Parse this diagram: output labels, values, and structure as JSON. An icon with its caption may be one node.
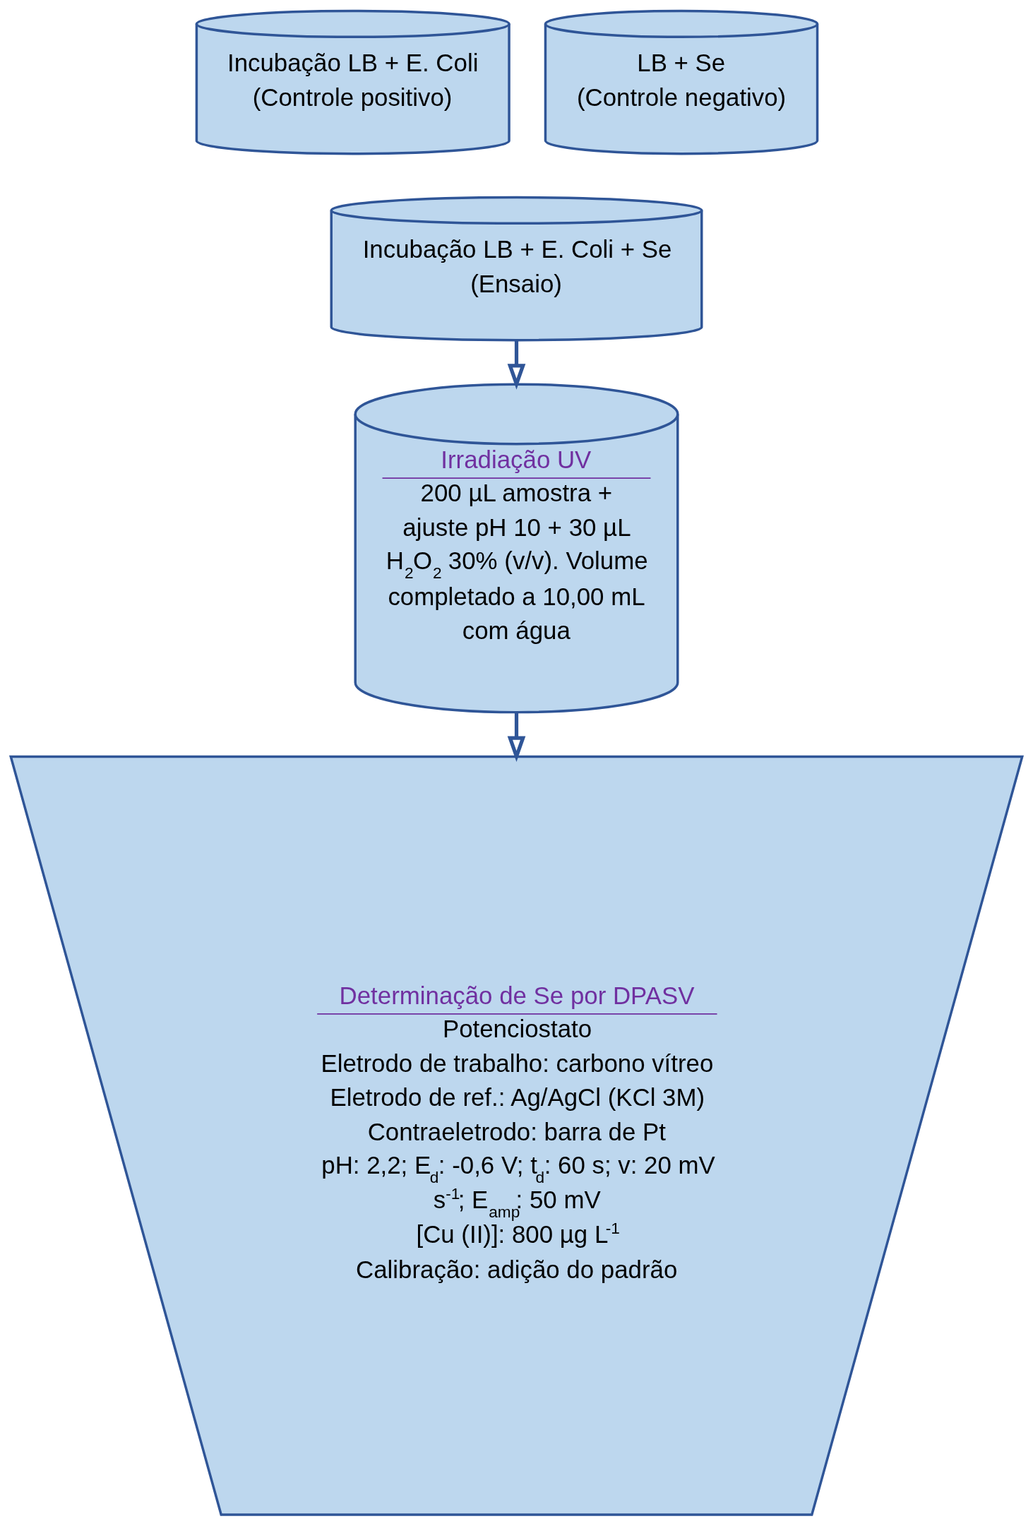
{
  "diagram": {
    "nodes": [
      {
        "text": [
          "Incubação LB + E. Coli",
          "(Controle positivo)"
        ]
      },
      {
        "text": [
          "LB + Se",
          "(Controle negativo)"
        ]
      },
      {
        "text": [
          "Incubação LB + E. Coli + Se",
          "(Ensaio)"
        ]
      },
      {
        "text": [
          "Irradiação UV",
          "200 µL amostra + ajuste pH 10 + 30 µL H$_{2}$O$_{2}$ 30% (v/v). Volume completado a 10,00 mL com água"
        ]
      },
      {
        "text": [
          "Determinação de Se por DPASV",
          "Potenciostato",
          "Eletrodo de trabalho: carbono vítreo",
          "Eletrodo de ref.: Ag/AgCl (KCl 3M)",
          "Contraeletrodo: barra de Pt",
          "pH: 2,2; E$_{d}$: -0,6 V; t$_{d}$: 60 s; v: 20 mV s$^{-1}$; E$_{amp}$: 50 mV",
          "[Cu (II)]: 800 µg L$^{-1}$",
          "Calibração: adição do padrão"
        ]
      }
    ],
    "edges": [
      {
        "from": 2,
        "to": 3,
        "arrow": "to"
      },
      {
        "from": 3,
        "to": 4,
        "arrow": "to"
      }
    ]
  }
}
